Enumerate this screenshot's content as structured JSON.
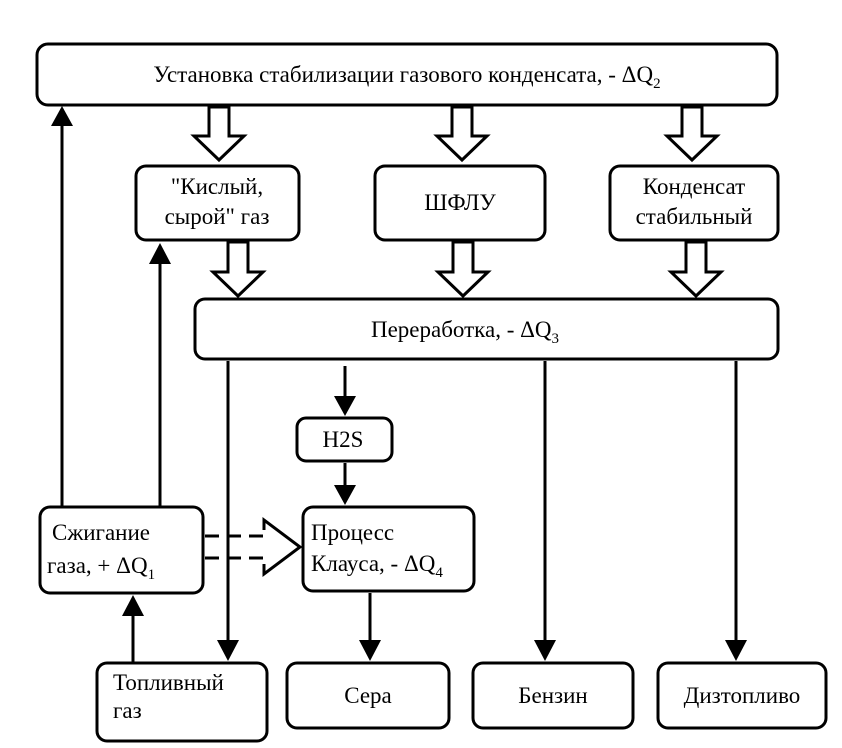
{
  "nodes": {
    "stabilization": {
      "label": "Установка стабилизации газового конденсата, - ΔQ",
      "sub": "2"
    },
    "sour_gas": {
      "line1": "\"Кислый,",
      "line2": "сырой\" газ"
    },
    "shflu": {
      "label": "ШФЛУ"
    },
    "condensate": {
      "line1": "Конденсат",
      "line2": "стабильный"
    },
    "processing": {
      "label": "Переработка, - ΔQ",
      "sub": "3"
    },
    "h2s": {
      "label": "H2S"
    },
    "combustion": {
      "line1": "Сжигание",
      "line2": "газа, + ΔQ",
      "sub": "1"
    },
    "claus": {
      "line1": "Процесс",
      "line2": "Клауса, - ΔQ",
      "sub": "4"
    },
    "fuel_gas": {
      "line1": "Топливный",
      "line2": "газ"
    },
    "sulfur": {
      "label": "Сера"
    },
    "gasoline": {
      "label": "Бензин"
    },
    "diesel": {
      "label": "Дизтопливо"
    }
  }
}
